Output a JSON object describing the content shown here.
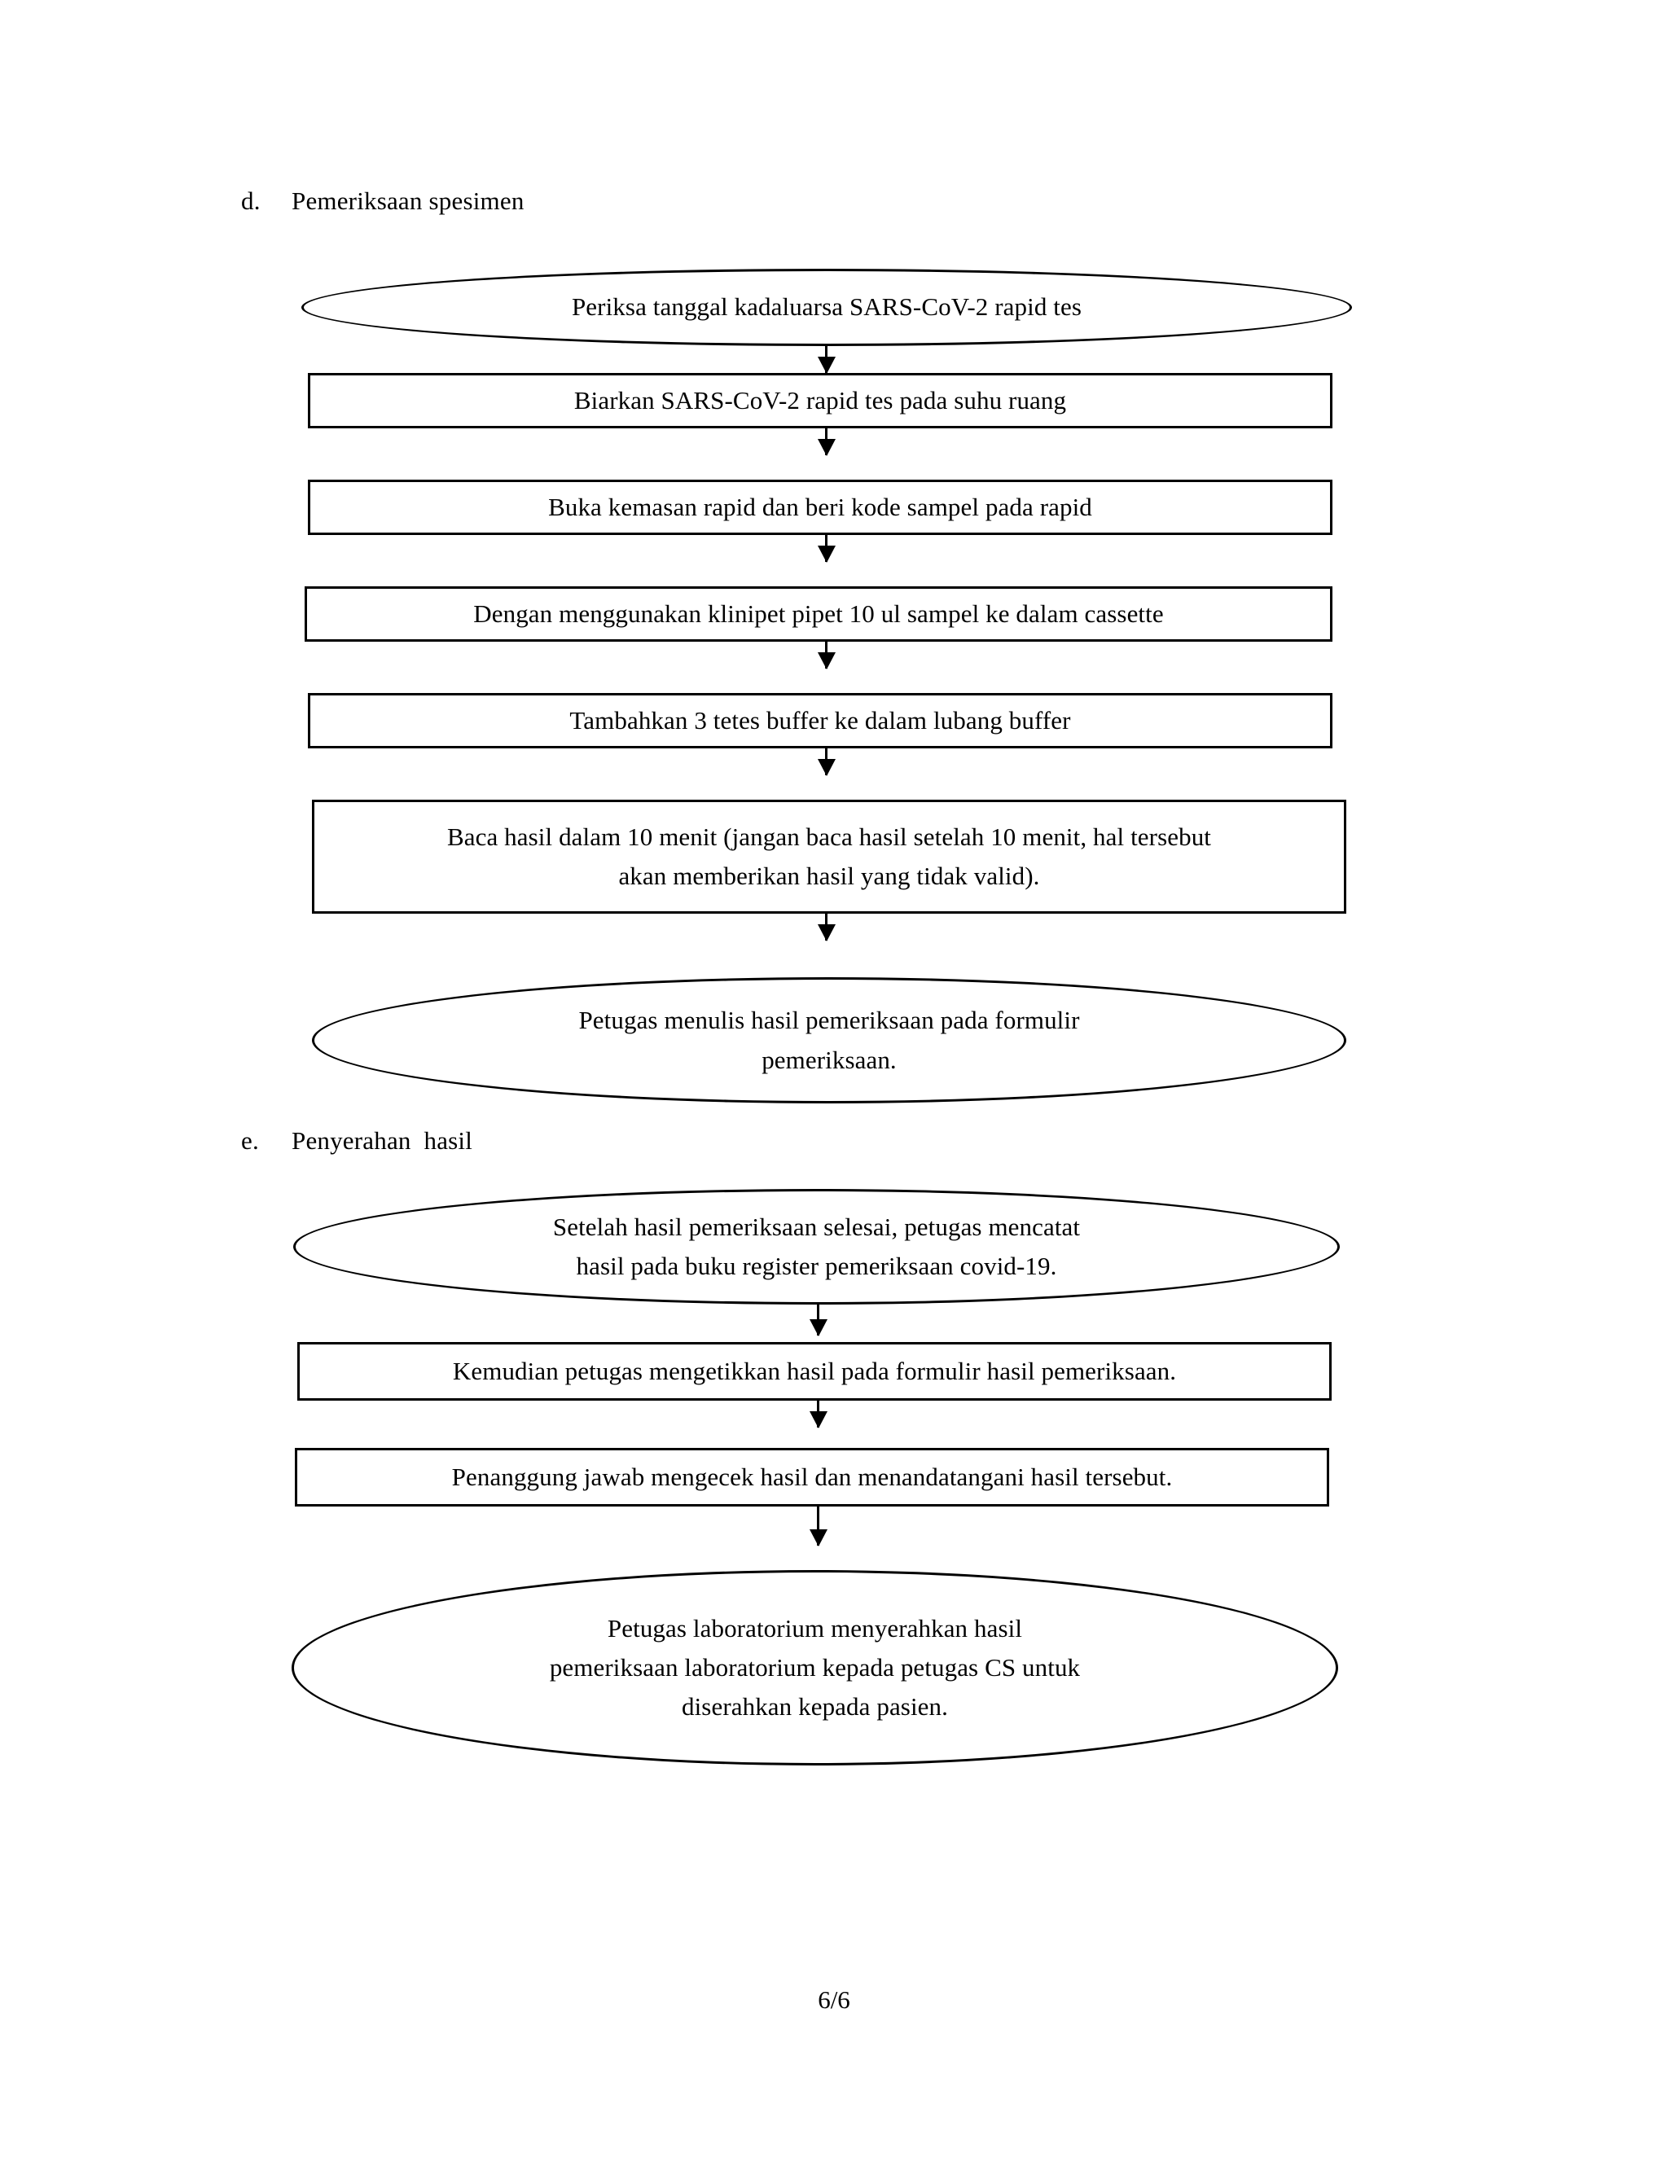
{
  "document": {
    "page_number": "6/6"
  },
  "sections": [
    {
      "marker": "d.",
      "title": "Pemeriksaan spesimen",
      "nodes": [
        {
          "shape": "ellipse",
          "text": "Periksa  tanggal  kadaluarsa   SARS-CoV-2  rapid  tes"
        },
        {
          "shape": "box",
          "text": "Biarkan   SARS-CoV-2  rapid tes pada suhu ruang"
        },
        {
          "shape": "box",
          "text": "Buka  kemasan  rapid  dan beri kode sampel  pada rapid"
        },
        {
          "shape": "box",
          "text": "Dengan  menggunakan  klinipet  pipet 10 ul sampel  ke dalam  cassette"
        },
        {
          "shape": "box",
          "text": "Tambahkan  3 tetes buffer  ke dalam lubang  buffer"
        },
        {
          "shape": "box",
          "text": "Baca  hasil  dalam  10 menit  (jangan  baca hasil  setelah  10 menit,  hal  tersebut\nakan memberikan  hasil  yang  tidak  valid)."
        },
        {
          "shape": "ellipse",
          "text": "Petugas  menulis  hasil  pemeriksaan  pada formulir\npemeriksaan."
        }
      ]
    },
    {
      "marker": "e.",
      "title": "Penyerahan  hasil",
      "nodes": [
        {
          "shape": "ellipse",
          "text": "Setelah  hasil  pemeriksaan  selesai,  petugas  mencatat\nhasil  pada buku register  pemeriksaan  covid-19."
        },
        {
          "shape": "box",
          "text": "Kemudian  petugas  mengetikkan  hasil  pada formulir  hasil  pemeriksaan."
        },
        {
          "shape": "box",
          "text": "Penanggung  jawab mengecek  hasil  dan menandatangani  hasil  tersebut."
        },
        {
          "shape": "ellipse",
          "text": "Petugas  laboratorium  menyerahkan  hasil\npemeriksaan  laboratorium  kepada petugas CS untuk\ndiserahkan  kepada pasien."
        }
      ]
    }
  ]
}
